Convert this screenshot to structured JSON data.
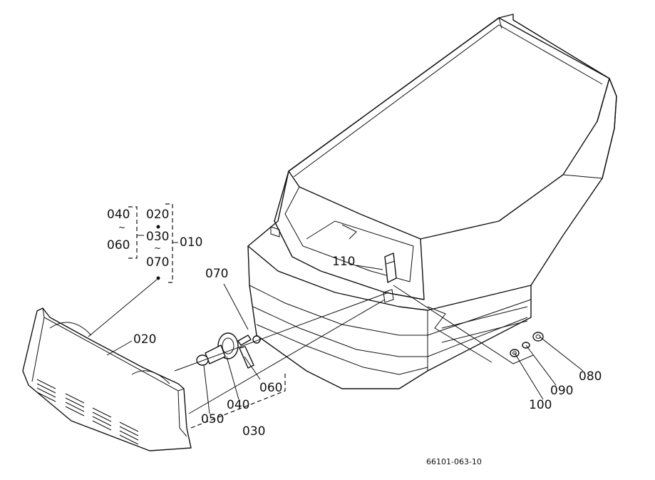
{
  "labels": {
    "p010": "010",
    "p020_group": "020",
    "p030_group": "030",
    "p040_group": "040",
    "p060_group": "060",
    "p070_group": "070",
    "p020": "020",
    "p070": "070",
    "p060": "060",
    "p050": "050",
    "p040": "040",
    "p030": "030",
    "p110": "110",
    "p080": "080",
    "p090": "090",
    "p100": "100",
    "tilde_a": "~",
    "tilde_b": "~"
  },
  "drawing_number": "66101-063-10"
}
